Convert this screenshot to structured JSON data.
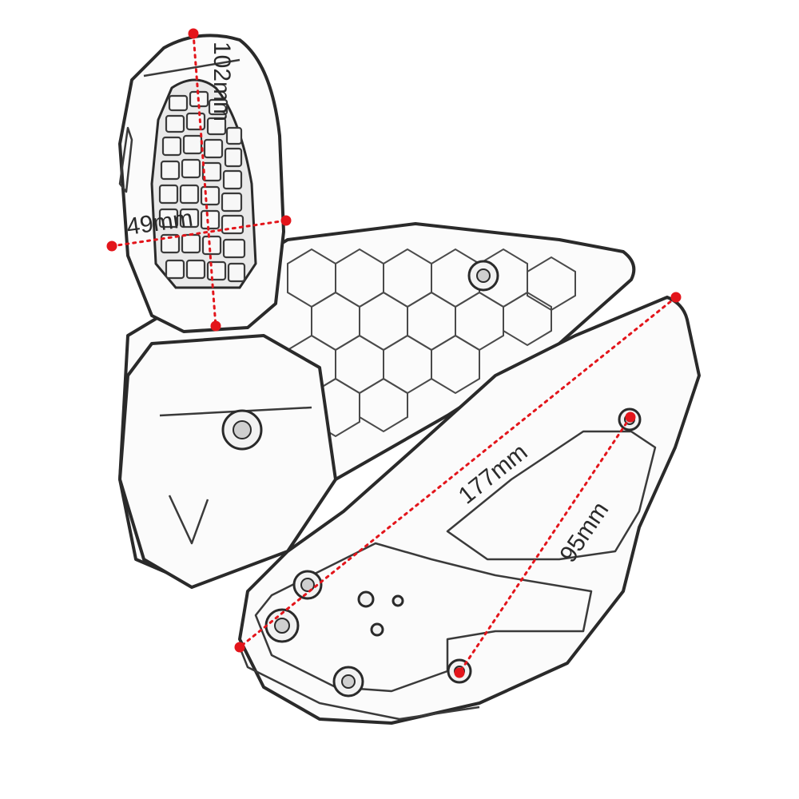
{
  "dimensions": {
    "grip_length": "102mm",
    "grip_width": "49mm",
    "plate_length": "177mm",
    "plate_height": "95mm"
  },
  "colors": {
    "dimension_red": "#e3151b",
    "outline": "#2a2a2a"
  }
}
